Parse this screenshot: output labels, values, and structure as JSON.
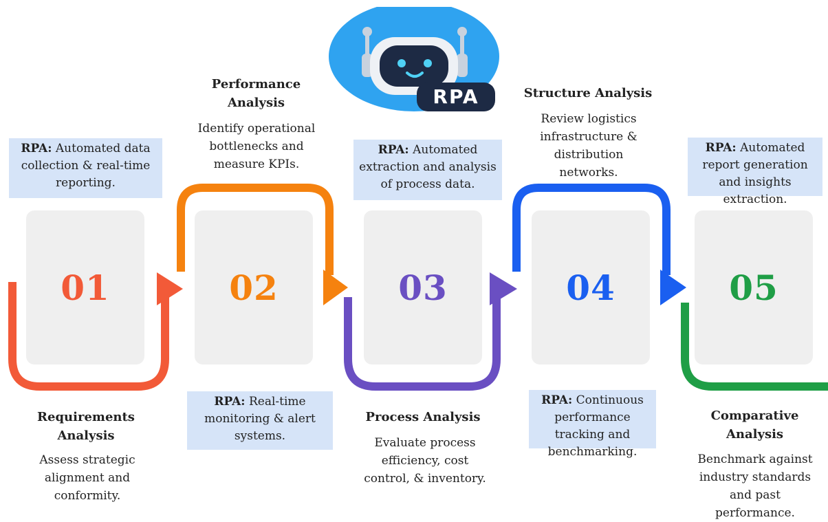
{
  "logo": {
    "text": "RPA"
  },
  "steps": [
    {
      "number": "01",
      "color": "#f25a38",
      "title": "Requirements Analysis",
      "description": "Assess strategic alignment and conformity.",
      "rpa_label": "RPA:",
      "rpa_text": "Automated data collection & real-time reporting."
    },
    {
      "number": "02",
      "color": "#f5820f",
      "title": "Performance Analysis",
      "description": "Identify operational bottlenecks and measure KPIs.",
      "rpa_label": "RPA:",
      "rpa_text": "Real-time monitoring & alert systems."
    },
    {
      "number": "03",
      "color": "#6a4fc2",
      "title": "Process Analysis",
      "description": "Evaluate process efficiency, cost control, & inventory.",
      "rpa_label": "RPA:",
      "rpa_text": "Automated extraction and analysis of process data."
    },
    {
      "number": "04",
      "color": "#1a5ff0",
      "title": "Structure Analysis",
      "description": "Review logistics infrastructure & distribution networks.",
      "rpa_label": "RPA:",
      "rpa_text": "Continuous performance tracking and benchmarking."
    },
    {
      "number": "05",
      "color": "#1f9e46",
      "title": "Comparative Analysis",
      "description": "Benchmark against industry standards and past performance.",
      "rpa_label": "RPA:",
      "rpa_text": "Automated report generation and insights extraction."
    }
  ]
}
